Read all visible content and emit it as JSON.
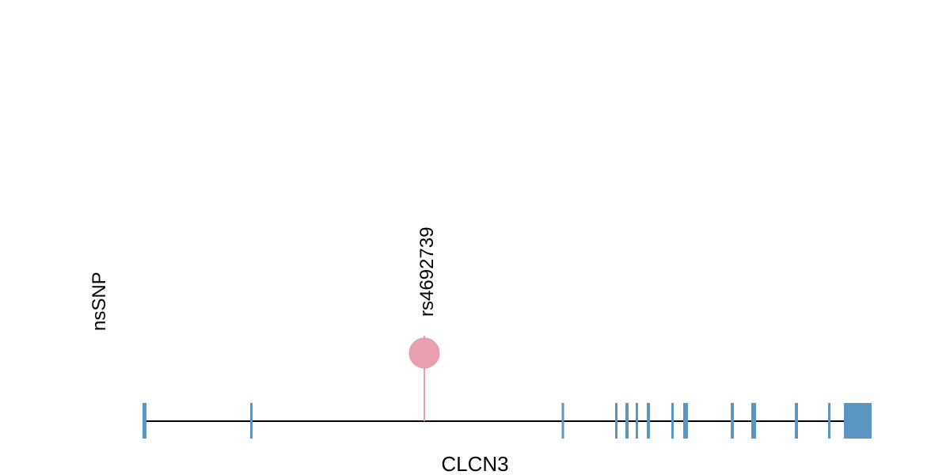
{
  "track_label": "nsSNP",
  "gene": {
    "name": "CLCN3"
  },
  "snp": {
    "id": "rs4692739",
    "type": "nsSNP"
  },
  "colors": {
    "exon": "#5B96C2",
    "snp": "#E8A0B0",
    "intron_line": "#000000"
  }
}
